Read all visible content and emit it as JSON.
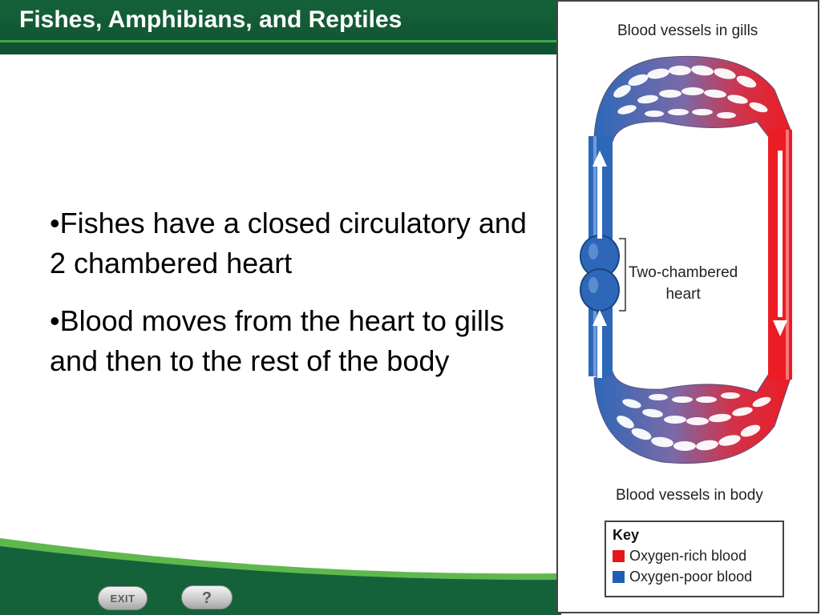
{
  "header": {
    "title": "Fishes, Amphibians, and Reptiles"
  },
  "bullets": [
    {
      "text": "•Fishes have a closed circulatory and 2 chambered heart"
    },
    {
      "text": "•Blood moves from the heart to gills and then to the rest of the body"
    }
  ],
  "footer": {
    "exit_label": "EXIT",
    "help_label": "?"
  },
  "figure": {
    "top_label": "Blood vessels in gills",
    "heart_label_line1": "Two-chambered",
    "heart_label_line2": "heart",
    "bottom_label": "Blood vessels in body",
    "key": {
      "title": "Key",
      "items": [
        {
          "label": "Oxygen-rich blood",
          "color": "#e8141b"
        },
        {
          "label": "Oxygen-poor blood",
          "color": "#1f5fb3"
        }
      ]
    }
  },
  "colors": {
    "header_green": "#15623a",
    "accent_green": "#3fa84a",
    "oxygen_rich": "#e8141b",
    "oxygen_poor": "#2d68b8"
  }
}
